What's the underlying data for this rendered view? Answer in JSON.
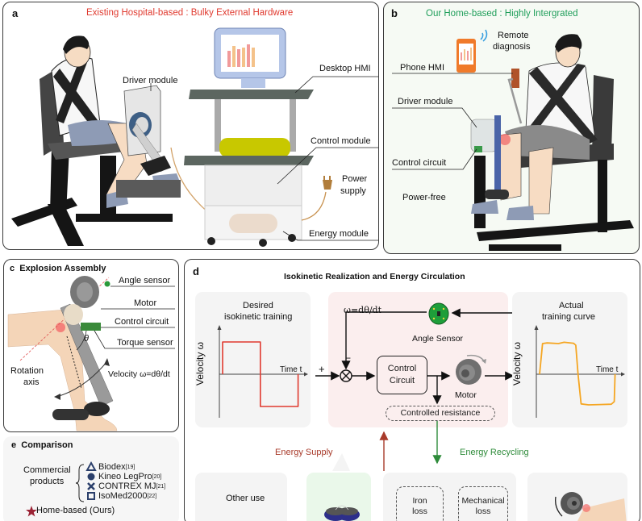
{
  "panel_a": {
    "label": "a",
    "title": "Existing Hospital-based :  Bulky External Hardware",
    "title_color": "#e03a2f",
    "callouts": {
      "driver_module": "Driver module",
      "desktop_hmi": "Desktop HMI",
      "control_module": "Control module",
      "power_supply_line1": "Power",
      "power_supply_line2": "supply",
      "energy_module": "Energy module"
    }
  },
  "panel_b": {
    "label": "b",
    "title": "Our Home-based : Highly Intergrated",
    "title_color": "#1f9e5a",
    "callouts": {
      "remote_line1": "Remote",
      "remote_line2": "diagnosis",
      "phone_hmi": "Phone HMI",
      "driver_module": "Driver module",
      "control_circuit": "Control circuit",
      "power_free": "Power-free"
    }
  },
  "panel_c": {
    "label": "c",
    "title": "Explosion Assembly",
    "callouts": {
      "angle_sensor": "Angle sensor",
      "motor": "Motor",
      "control_circuit": "Control circuit",
      "torque_sensor": "Torque sensor",
      "rotation_line1": "Rotation",
      "rotation_line2": "axis",
      "velocity": "Velocity ω=dθ/dt",
      "theta": "θ"
    }
  },
  "panel_d": {
    "label": "d",
    "title": "Isokinetic Realization and Energy Circulation",
    "desired": {
      "title_line1": "Desired",
      "title_line2": "isokinetic training",
      "ylabel": "Velocity ω",
      "xlabel": "Time t"
    },
    "actual": {
      "title_line1": "Actual",
      "title_line2": "training curve",
      "ylabel": "Velocity ω",
      "xlabel": "Time t"
    },
    "loop": {
      "feedback_formula": "ω=dθ/dt",
      "angle_sensor": "Angle Sensor",
      "plus": "+",
      "minus": "−",
      "control_circuit_line1": "Control",
      "control_circuit_line2": "Circuit",
      "motor": "Motor",
      "controlled_resistance": "Controlled resistance"
    },
    "energy_supply": "Energy Supply",
    "energy_supply_color": "#a83a2a",
    "energy_recycling": "Energy Recycling",
    "energy_recycling_color": "#2e8b3a",
    "other_use": "Other use",
    "iron_loss_line1": "Iron",
    "iron_loss_line2": "loss",
    "mech_loss_line1": "Mechanical",
    "mech_loss_line2": "loss"
  },
  "panel_e": {
    "label": "e",
    "title": "Comparison",
    "group_line1": "Commercial",
    "group_line2": "products",
    "items": [
      {
        "symbol": "triangle",
        "name": "Biodex",
        "ref": "[19]"
      },
      {
        "symbol": "circle",
        "name": "Kineo LegPro",
        "ref": "[20]"
      },
      {
        "symbol": "cross",
        "name": "CONTREX MJ",
        "ref": "[21]"
      },
      {
        "symbol": "square",
        "name": "IsoMed2000",
        "ref": "[22]"
      }
    ],
    "ours": "Home-based (Ours)",
    "ours_color": "#9b2335",
    "marker_color": "#2b3f6b"
  },
  "chart_data": [
    {
      "type": "line",
      "title": "Desired isokinetic training",
      "xlabel": "Time t",
      "ylabel": "Velocity ω",
      "series": [
        {
          "name": "desired",
          "color": "#e03a2f",
          "x": [
            0,
            0,
            1,
            1,
            2,
            2
          ],
          "y": [
            0,
            1,
            1,
            -1,
            -1,
            0
          ]
        }
      ]
    },
    {
      "type": "line",
      "title": "Actual training curve",
      "xlabel": "Time t",
      "ylabel": "Velocity ω",
      "series": [
        {
          "name": "actual",
          "color": "#f5a623",
          "x": [
            0,
            0.08,
            0.2,
            0.5,
            0.65,
            0.9,
            0.96,
            1.02,
            1.1,
            1.3,
            1.6,
            1.9,
            1.98,
            2.0
          ],
          "y": [
            0,
            0.95,
            0.97,
            0.95,
            0.99,
            0.96,
            0.9,
            0,
            -0.92,
            -0.95,
            -0.94,
            -0.93,
            -0.85,
            0
          ]
        }
      ]
    }
  ]
}
